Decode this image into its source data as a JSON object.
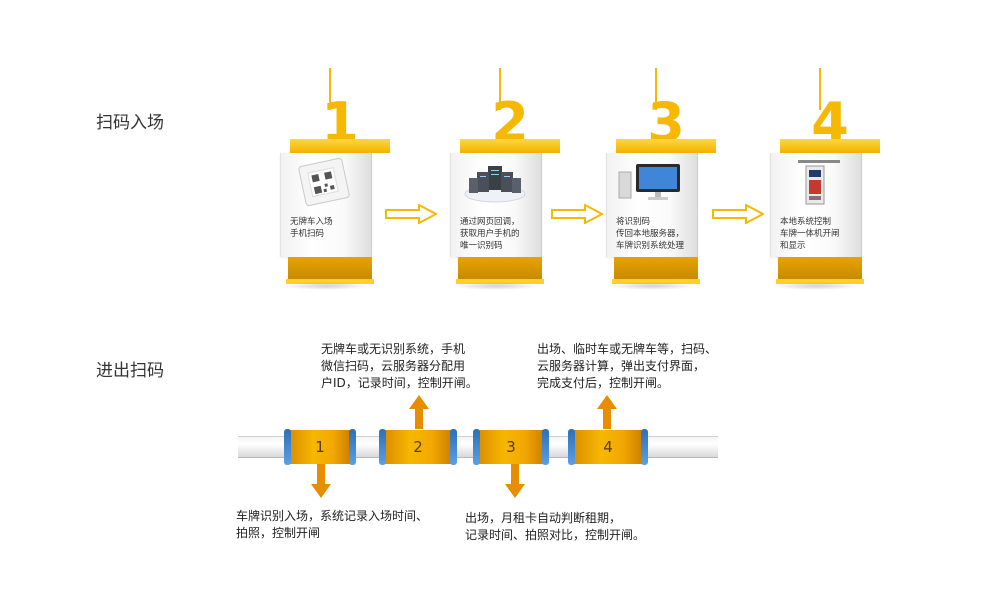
{
  "section1_title": "扫码入场",
  "section2_title": "进出扫码",
  "cards": [
    {
      "num": "1",
      "lines": [
        "无牌车入场",
        "手机扫码"
      ],
      "icon": "tablet-qr-icon"
    },
    {
      "num": "2",
      "lines": [
        "通过网页回调，",
        "获取用户手机的",
        "唯一识别码"
      ],
      "icon": "cloud-servers-icon"
    },
    {
      "num": "3",
      "lines": [
        "将识别码",
        "传回本地服务器，",
        "车牌识别系统处理"
      ],
      "icon": "computer-icon"
    },
    {
      "num": "4",
      "lines": [
        "本地系统控制",
        "车牌一体机开闸",
        "和显示"
      ],
      "icon": "barrier-kiosk-icon"
    }
  ],
  "pipe_steps": [
    "1",
    "2",
    "3",
    "4"
  ],
  "notes": {
    "step1": [
      "车牌识别入场，系统记录入场时间、",
      "拍照，控制开闸"
    ],
    "step2": [
      "无牌车或无识别系统，手机",
      "微信扫码，云服务器分配用",
      "户ID，记录时间，控制开闸。"
    ],
    "step3": [
      "出场，月租卡自动判断租期，",
      "记录时间、拍照对比，控制开闸。"
    ],
    "step4": [
      "出场、临时车或无牌车等，扫码、",
      "云服务器计算，弹出支付界面，",
      "完成支付后，控制开闸。"
    ]
  },
  "colors": {
    "accent": "#f6b800",
    "arrow": "#e88c00",
    "pipe_edge": "#3a7fcc"
  }
}
